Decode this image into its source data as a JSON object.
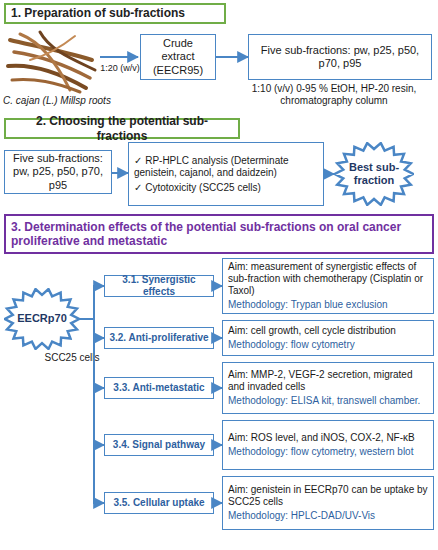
{
  "diagram": {
    "nodes": [
      {
        "text": [
          "1. Preparation of sub-fractions"
        ]
      },
      {
        "text": [
          "Crude extract (EECR95)"
        ]
      },
      {
        "text": [
          "Five sub-fractions: pw, p25, p50, p70, p95"
        ]
      },
      {
        "text": [
          "2. Choosing the potential sub-fractions"
        ]
      },
      {
        "text": [
          "Five sub-fractions: pw, p25, p50, p70, p95"
        ]
      },
      {
        "text": [
          "✓ RP-HPLC analysis (Determinate genistein, cajanol, and daidzein)",
          "✓ Cytotoxicity (SCC25 cells)"
        ]
      },
      {
        "text": [
          "Best sub-fraction"
        ]
      },
      {
        "text": [
          "3. Determination effects of the potential sub-fractions on oral cancer proliferative and metastatic"
        ]
      },
      {
        "text": [
          "EECRp70"
        ]
      },
      {
        "text": [
          "3.1. Synergistic effects"
        ]
      },
      {
        "text": [
          "Aim: measurement of synergistic effects of sub-fraction with chemotherapy (Cisplatin or Taxol)",
          "Methodology: Trypan blue exclusion"
        ]
      },
      {
        "text": [
          "3.2. Anti-proliferative"
        ]
      },
      {
        "text": [
          "Aim: cell growth, cell cycle distribution",
          "Methodology: flow cytometry"
        ]
      },
      {
        "text": [
          "3.3. Anti-metastatic"
        ]
      },
      {
        "text": [
          "Aim: MMP-2, VEGF-2 secretion, migrated and invaded cells",
          "Methodology: ELISA kit, transwell chamber."
        ]
      },
      {
        "text": [
          "3.4. Signal pathway"
        ]
      },
      {
        "text": [
          "Aim: ROS level, and iNOS, COX-2, NF-κB",
          "Methodology: flow cytometry, western blot"
        ]
      },
      {
        "text": [
          "3.5. Cellular uptake"
        ]
      },
      {
        "text": [
          "Aim: genistein in EECRp70 can be uptake by SCC25 cells",
          "Methodology: HPLC-DAD/UV-Vis"
        ]
      }
    ],
    "edges": [
      {
        "from": 1,
        "to": 2,
        "arrow": "to"
      },
      {
        "from": 4,
        "to": 5,
        "arrow": "to"
      },
      {
        "from": 5,
        "to": 6,
        "arrow": "to"
      },
      {
        "from": 8,
        "to": 9,
        "arrow": "to"
      },
      {
        "from": 8,
        "to": 11,
        "arrow": "to"
      },
      {
        "from": 8,
        "to": 13,
        "arrow": "to"
      },
      {
        "from": 8,
        "to": 15,
        "arrow": "to"
      },
      {
        "from": 8,
        "to": 17,
        "arrow": "to"
      },
      {
        "from": 9,
        "to": 10,
        "arrow": "to"
      },
      {
        "from": 11,
        "to": 12,
        "arrow": "to"
      },
      {
        "from": 13,
        "to": 14,
        "arrow": "to"
      },
      {
        "from": 15,
        "to": 16,
        "arrow": "to"
      },
      {
        "from": 17,
        "to": 18,
        "arrow": "to"
      }
    ],
    "labels": [
      "C. cajan (L.) Millsp roots",
      "1:20 (w/v)",
      "1:10 (v/v) 0-95 % EtOH, HP-20 resin, chromatography column",
      "SCC25 cells"
    ]
  }
}
